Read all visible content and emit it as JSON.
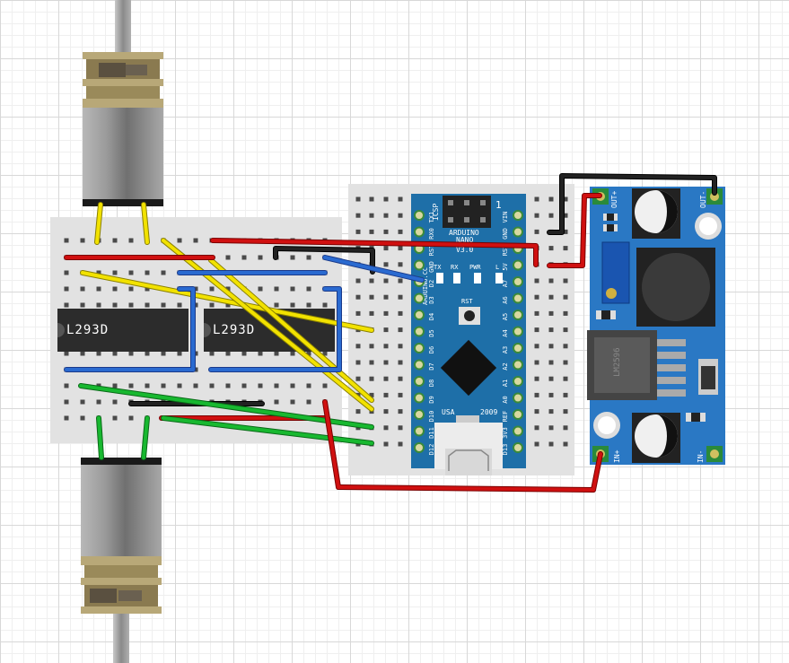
{
  "colors": {
    "breadboard": "#e2e2e2",
    "hole_green": "#3aa63a",
    "nano_board": "#1e6fa8",
    "buck_board": "#2a78c4",
    "wire_red": "#d01010",
    "wire_black": "#111111",
    "wire_yellow": "#f2e200",
    "wire_blue": "#2a6ad0",
    "wire_green": "#18b830",
    "motor_body": "#8c8c8c",
    "gearbox_brass": "#b0a070"
  },
  "chips": [
    {
      "label": "L293D"
    },
    {
      "label": "L293D"
    }
  ],
  "nano": {
    "name_line1": "ARDUINO",
    "name_line2": "NANO",
    "version": "V3.0",
    "icsp": "ICSP",
    "pin1": "1",
    "brand": "ARDUINO.CC",
    "usa": "USA",
    "year": "2009",
    "led_labels": [
      "TX",
      "RX",
      "PWR",
      "L"
    ],
    "reset_label": "RST",
    "left_pins": [
      "TX1",
      "RX0",
      "RST",
      "GND",
      "D2",
      "D3",
      "D4",
      "D5",
      "D6",
      "D7",
      "D8",
      "D9",
      "D10",
      "D11",
      "D12"
    ],
    "right_pins": [
      "VIN",
      "GND",
      "RST",
      "5V",
      "A7",
      "A6",
      "A5",
      "A4",
      "A3",
      "A2",
      "A1",
      "A0",
      "REF",
      "3V3",
      "D13"
    ]
  },
  "buck": {
    "chip": "LM2596",
    "out_plus": "OUT+",
    "out_minus": "OUT-",
    "in_plus": "IN+",
    "in_minus": "IN-"
  }
}
